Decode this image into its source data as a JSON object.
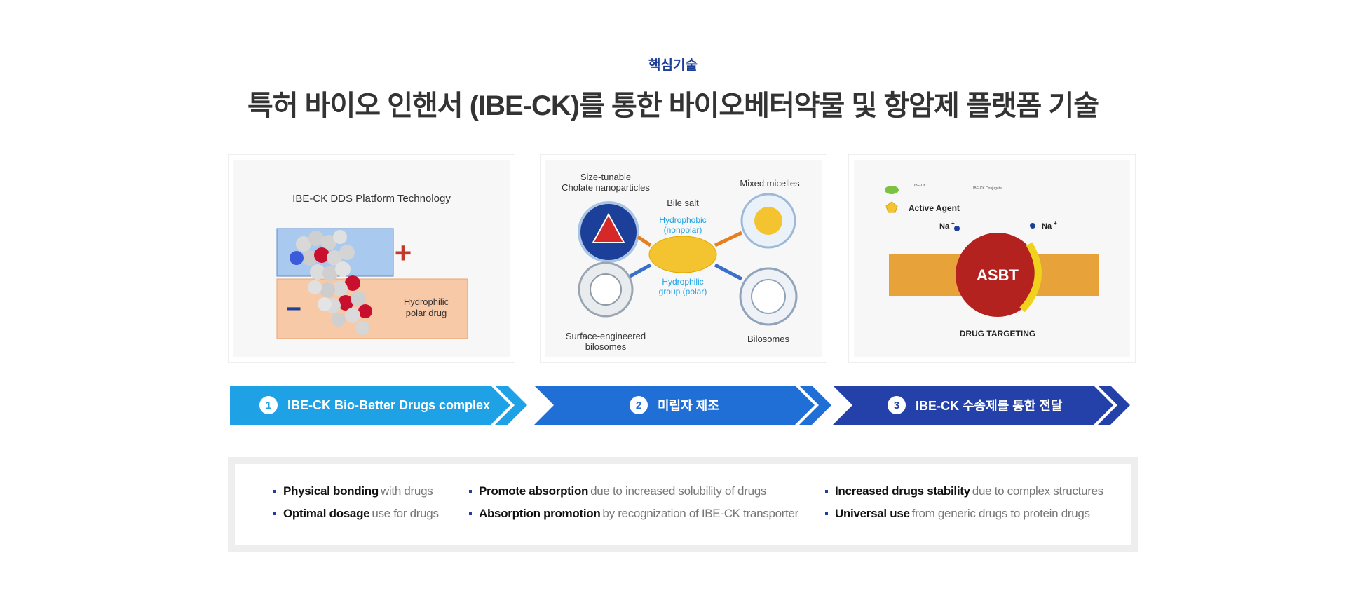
{
  "header": {
    "eyebrow": "핵심기술",
    "title": "특허 바이오 인핸서 (IBE-CK)를 통한 바이오베터약물 및 항암제 플랫폼 기술"
  },
  "panels": [
    {
      "title": "IBE-CK DDS Platform Technology",
      "plus": "+",
      "minus": "−",
      "drug_label_1": "Hydrophilic",
      "drug_label_2": "polar drug"
    },
    {
      "label_size_1": "Size-tunable",
      "label_size_2": "Cholate nanoparticles",
      "label_bile": "Bile salt",
      "label_hydrophobic_1": "Hydrophobic",
      "label_hydrophobic_2": "(nonpolar)",
      "label_mixed": "Mixed micelles",
      "label_hydrophilic_1": "Hydrophilic",
      "label_hydrophilic_2": "group (polar)",
      "label_surface_1": "Surface-engineered",
      "label_surface_2": "bilosomes",
      "label_bilosomes": "Bilosomes"
    },
    {
      "legend_small_1": "IBE-CK",
      "legend_small_2": "IBE-CK Conjugate",
      "active_agent": "Active Agent",
      "na_left": "Na",
      "na_right": "Na",
      "plus_sup": "+",
      "center_label": "ASBT",
      "caption": "DRUG TARGETING"
    }
  ],
  "steps": [
    {
      "number": "1",
      "label": "IBE-CK Bio-Better Drugs complex",
      "color": "#1fa1e6"
    },
    {
      "number": "2",
      "label": "미립자 제조",
      "color": "#1f6fd6"
    },
    {
      "number": "3",
      "label": "IBE-CK 수송제를 통한 전달",
      "color": "#2341a8"
    }
  ],
  "benefits": {
    "col1": [
      {
        "strong": "Physical bonding",
        "rest": "with drugs"
      },
      {
        "strong": "Optimal dosage",
        "rest": "use for drugs"
      }
    ],
    "col2": [
      {
        "strong": "Promote absorption",
        "rest": "due to increased solubility of drugs"
      },
      {
        "strong": "Absorption promotion",
        "rest": "by recognization of IBE-CK transporter"
      }
    ],
    "col3": [
      {
        "strong": "Increased drugs stability",
        "rest": "due to complex structures"
      },
      {
        "strong": "Universal use",
        "rest": "from generic drugs to protein drugs"
      }
    ]
  }
}
